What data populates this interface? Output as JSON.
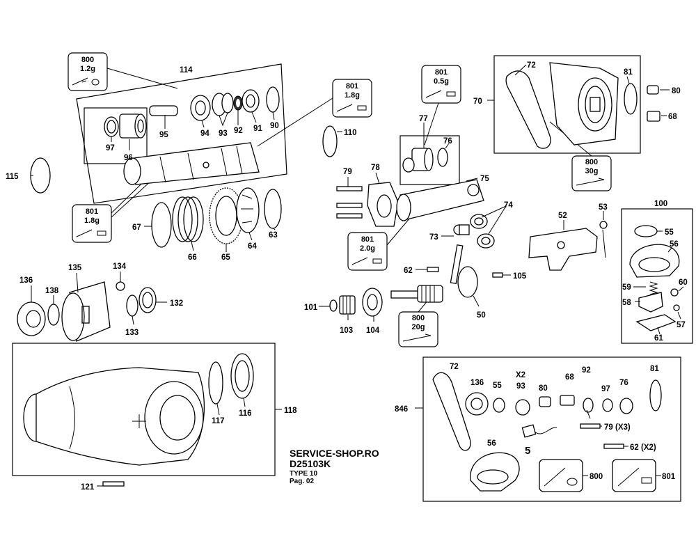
{
  "part_numbers": [
    "114",
    "115",
    "97",
    "96",
    "95",
    "94",
    "93",
    "92",
    "91",
    "90",
    "110",
    "67",
    "66",
    "65",
    "64",
    "63",
    "136",
    "135",
    "134",
    "138",
    "133",
    "132",
    "79",
    "78",
    "77",
    "76",
    "75",
    "74",
    "73",
    "72",
    "70",
    "81",
    "80",
    "68",
    "52",
    "53",
    "100",
    "55",
    "56",
    "59",
    "58",
    "60",
    "57",
    "61",
    "62",
    "105",
    "101",
    "103",
    "104",
    "50",
    "118",
    "117",
    "116",
    "121",
    "846",
    "5",
    "X2",
    "800",
    "801",
    "79 (X3)",
    "62 (X2)"
  ],
  "lubricant_boxes": [
    {
      "code": "800",
      "amount": "1.2g"
    },
    {
      "code": "801",
      "amount": "1.8g"
    },
    {
      "code": "801",
      "amount": "1.8g"
    },
    {
      "code": "801",
      "amount": "0.5g"
    },
    {
      "code": "800",
      "amount": "30g"
    },
    {
      "code": "801",
      "amount": "2.0g"
    },
    {
      "code": "800",
      "amount": "20g"
    }
  ],
  "footer": {
    "shop": "SERVICE-SHOP.RO",
    "model": "D25103K",
    "type": "TYPE 10",
    "page": "Pag. 02"
  }
}
